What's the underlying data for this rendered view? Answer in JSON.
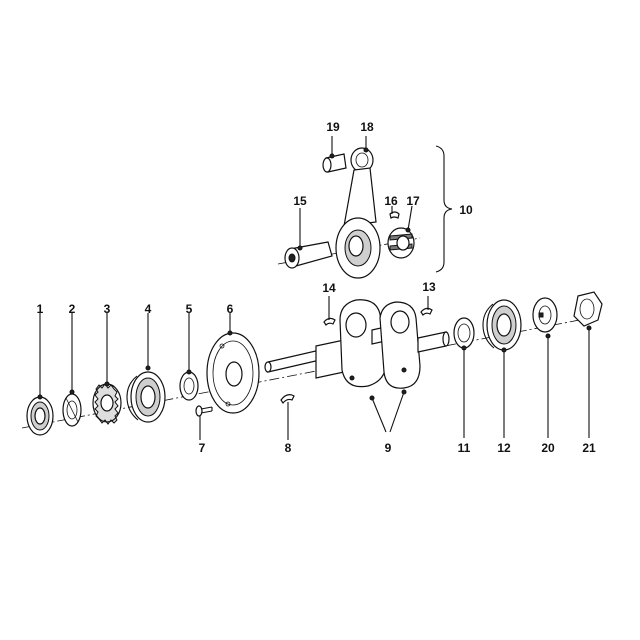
{
  "diagram": {
    "labels": [
      "1",
      "2",
      "3",
      "4",
      "5",
      "6",
      "7",
      "8",
      "9",
      "10",
      "11",
      "12",
      "13",
      "14",
      "15",
      "16",
      "17",
      "18",
      "19",
      "20",
      "21"
    ]
  },
  "colors": {
    "ink": "#111111",
    "background": "#ffffff"
  }
}
